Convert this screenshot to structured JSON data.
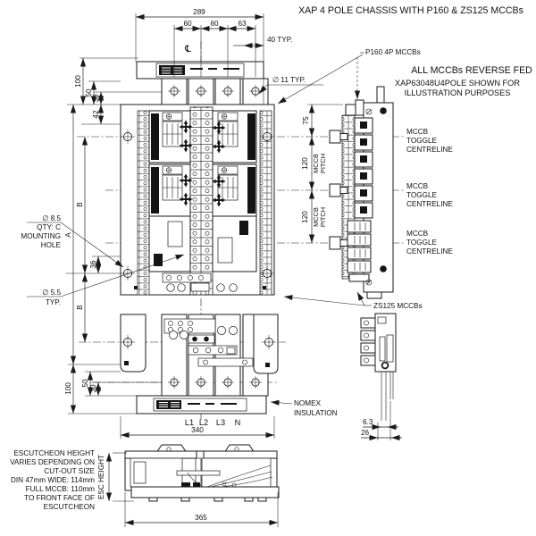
{
  "title": "XAP 4 POLE CHASSIS WITH P160 & ZS125 MCCBs",
  "notes": {
    "reverse_fed": "ALL MCCBs REVERSE FED",
    "model_line1": "XAP63048U4POLE SHOWN FOR",
    "model_line2": "ILLUSTRATION PURPOSES"
  },
  "labels": {
    "p160": "P160 4P MCCBs",
    "zs125": "ZS125 MCCBs",
    "toggle_line1": "MCCB",
    "toggle_line2": "TOGGLE",
    "toggle_line3": "CENTRELINE",
    "nomex_line1": "NOMEX",
    "nomex_line2": "INSULATION",
    "mount_line1": "∅ 8.5",
    "mount_line2": "QTY: C",
    "mount_line3": "MOUNTING",
    "mount_line4": "HOLE",
    "typ55_line1": "∅ 5.5",
    "typ55_line2": "TYP.",
    "typ11": "∅ 11 TYP.",
    "typ40": "40 TYP.",
    "centreline_symbol": "℄",
    "esc_height": "ESC HEIGHT",
    "pitch_line1": "MCCB",
    "pitch_line2": "PITCH"
  },
  "dims": {
    "width_overall": "289",
    "hole_pitch_a": "60",
    "hole_pitch_b": "60",
    "hole_pitch_c": "63",
    "top_100": "100",
    "top_50": "50",
    "top_30": "30",
    "top_42": "42",
    "upper_b": "B",
    "overall_a": "A",
    "mid_36": "36",
    "lower_b": "B",
    "bot_50": "50",
    "bot_30": "30",
    "bot_100": "100",
    "side_75": "75",
    "side_120_a": "120",
    "side_120_b": "120",
    "base_340": "340",
    "esc_365": "365",
    "tail_6_3": "6.3",
    "tail_26": "26"
  },
  "terminals": {
    "t1": "L1",
    "t2": "L2",
    "t3": "L3",
    "t4": "N"
  },
  "esc_note": {
    "line1": "ESCUTCHEON HEIGHT",
    "line2": "VARIES DEPENDING ON",
    "line3": "CUT-OUT SIZE",
    "line4": "DIN 47mm WIDE: 114mm",
    "line5": "FULL MCCB: 110mm",
    "line6": "TO FRONT FACE OF",
    "line7": "ESCUTCHEON"
  },
  "colors": {
    "line": "#1a1a1a",
    "background": "#ffffff"
  }
}
